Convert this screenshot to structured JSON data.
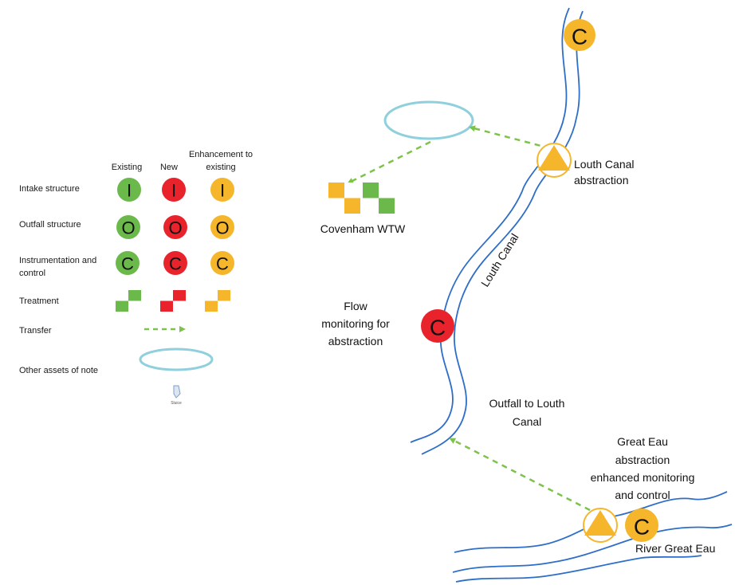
{
  "colors": {
    "existing": "#6ab94a",
    "new": "#e8232c",
    "enhancement": "#f5b62b",
    "river": "#2e6ec8",
    "lake": "#8fd0dc",
    "transfer": "#7dc24a",
    "sluice": "#9fbad6"
  },
  "legend": {
    "columns": {
      "existing": "Existing",
      "new": "New",
      "enhancement_line1": "Enhancement to",
      "enhancement_line2": "existing"
    },
    "rows": {
      "intake": {
        "label": "Intake structure",
        "letter": "I"
      },
      "outfall": {
        "label": "Outfall structure",
        "letter": "O"
      },
      "instrumentation": {
        "label_line1": "Instrumentation and",
        "label_line2": "control",
        "letter": "C"
      },
      "treatment": {
        "label": "Treatment"
      },
      "transfer": {
        "label": "Transfer"
      },
      "other": {
        "label": "Other assets of note"
      }
    },
    "sluice_label": "Sluice"
  },
  "map": {
    "canal_label": "Louth Canal",
    "covenham": "Covenham WTW",
    "louth_abstraction_line1": "Louth Canal",
    "louth_abstraction_line2": "abstraction",
    "flow_line1": "Flow",
    "flow_line2": "monitoring for",
    "flow_line3": "abstraction",
    "outfall_line1": "Outfall to Louth",
    "outfall_line2": "Canal",
    "great_eau_line1": "Great Eau",
    "great_eau_line2": "abstraction",
    "great_eau_line3": "enhanced monitoring",
    "great_eau_line4": "and control",
    "river_great_eau": "River Great Eau",
    "top_c_letter": "C",
    "flow_c_letter": "C",
    "great_eau_c_letter": "C"
  }
}
